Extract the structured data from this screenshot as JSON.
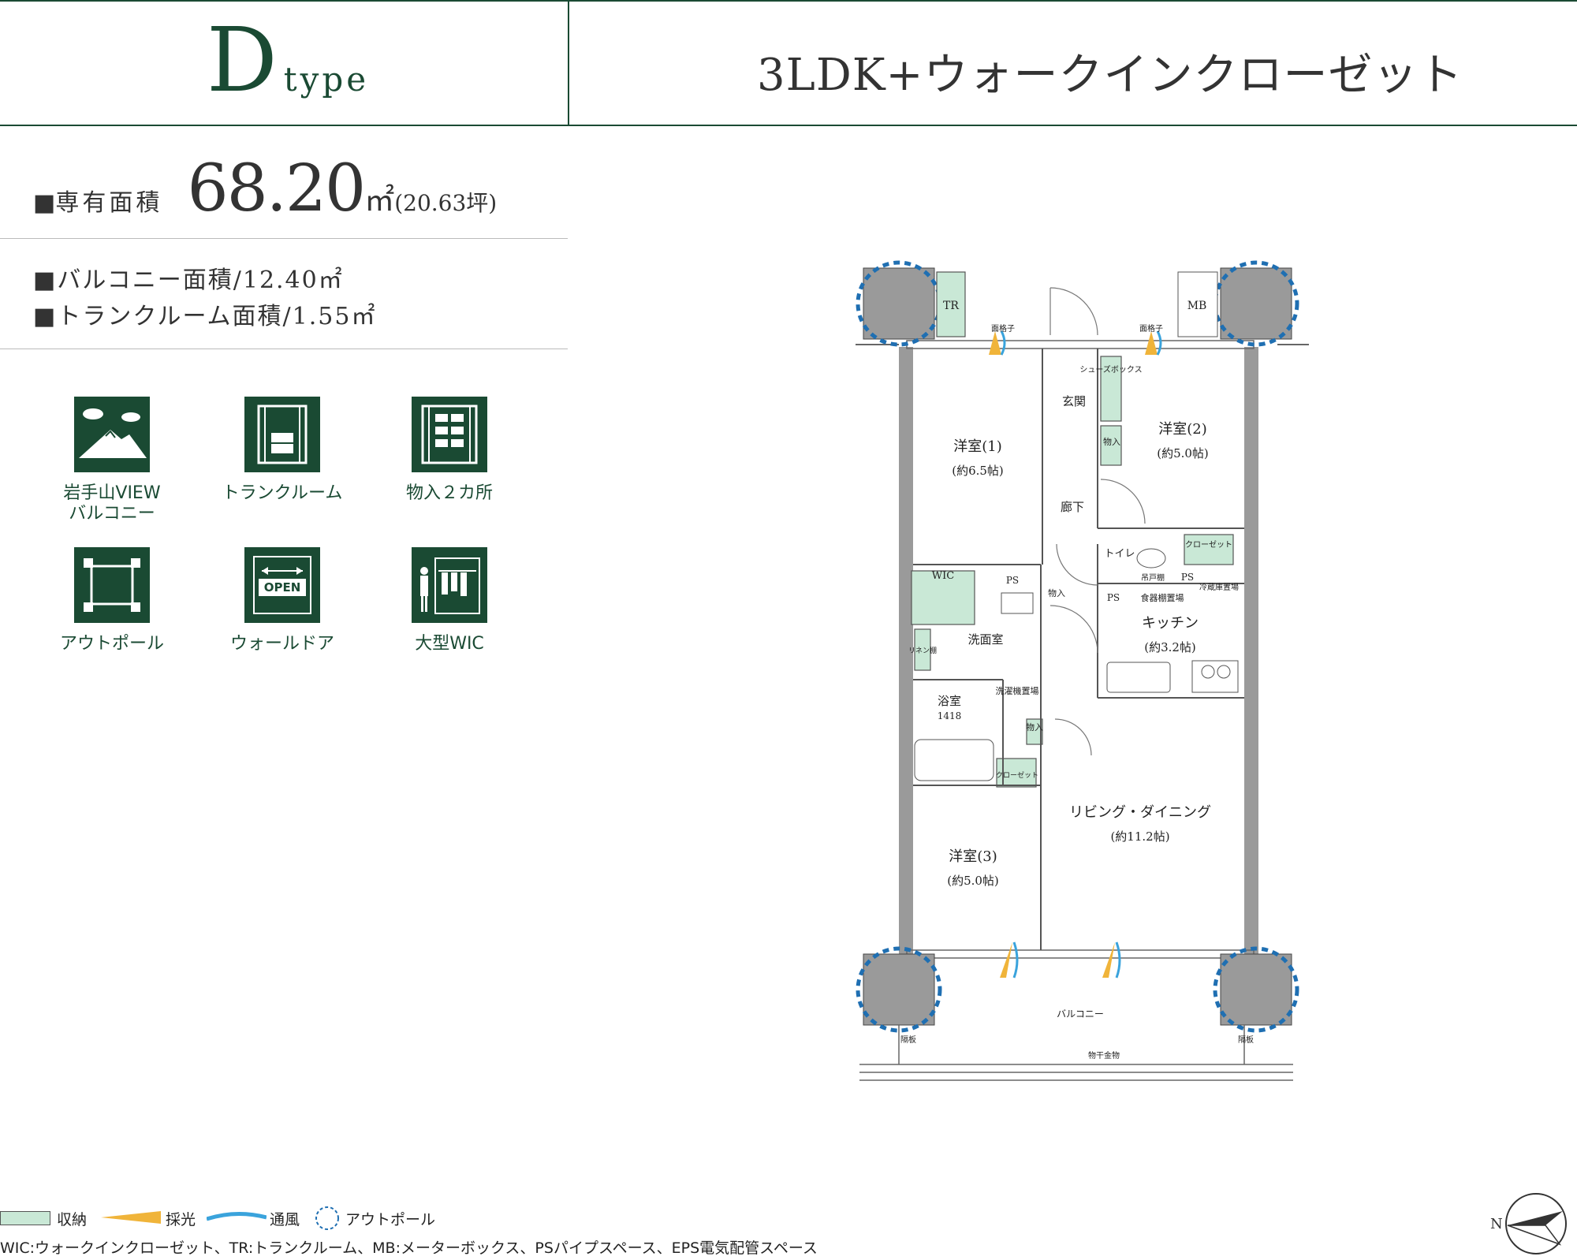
{
  "header": {
    "type_letter": "D",
    "type_word": "type",
    "plan_title": "3LDK+ウォークインクローゼット"
  },
  "area": {
    "marker": "■",
    "label": "専有面積",
    "value": "68.20",
    "unit": "㎡",
    "tsubo": "(20.63坪)",
    "balcony": "■バルコニー面積/12.40㎡",
    "trunk": "■トランクルーム面積/1.55㎡"
  },
  "features": [
    {
      "icon": "mountain-icon",
      "label": "岩手山VIEW\nバルコニー"
    },
    {
      "icon": "trunk-room-icon",
      "label": "トランクルーム"
    },
    {
      "icon": "shelves-icon",
      "label": "物入２カ所"
    },
    {
      "icon": "outpole-icon",
      "label": "アウトポール"
    },
    {
      "icon": "open-door-icon",
      "label": "ウォールドア",
      "badge": "OPEN"
    },
    {
      "icon": "walk-in-closet-icon",
      "label": "大型WIC"
    }
  ],
  "floorplan": {
    "rooms": {
      "bed1": "洋室(1)",
      "bed1_size": "(約6.5帖)",
      "bed2": "洋室(2)",
      "bed2_size": "(約5.0帖)",
      "bed3": "洋室(3)",
      "bed3_size": "(約5.0帖)",
      "ldk": "リビング・ダイニング",
      "ldk_size": "(約11.2帖)",
      "kitchen": "キッチン",
      "kitchen_size": "(約3.2帖)",
      "entrance": "玄関",
      "hallway": "廊下",
      "washroom": "洗面室",
      "bath": "浴室",
      "bath_size": "1418",
      "toilet": "トイレ",
      "balcony": "バルコニー"
    },
    "labels": {
      "tr": "TR",
      "mb": "MB",
      "wic": "WIC",
      "ps": "PS",
      "shoes": "シューズボックス",
      "monoire": "物入",
      "closet": "クローゼット",
      "linen": "リネン棚",
      "washer": "洗濯機置場",
      "shokki": "食器棚置場",
      "fridge": "冷蔵庫置場",
      "tsuritodana": "吊戸棚",
      "mengoshi": "面格子",
      "partition": "隔板",
      "hoshi": "物干金物"
    }
  },
  "legend": {
    "storage": "収納",
    "light": "採光",
    "wind": "通風",
    "outpole": "アウトポール",
    "footnote": "WIC:ウォークインクローゼット、TR:トランクルーム、MB:メーターボックス、PSパイプスペース、EPS電気配管スペース",
    "compass": "N"
  },
  "colors": {
    "brand_green": "#1a4a33",
    "storage_green": "#c9e8d6",
    "wall_gray": "#9a9a9a",
    "pole_blue": "#1f6fb2",
    "light_orange": "#f0b43a",
    "wind_blue": "#3aa3dc"
  }
}
